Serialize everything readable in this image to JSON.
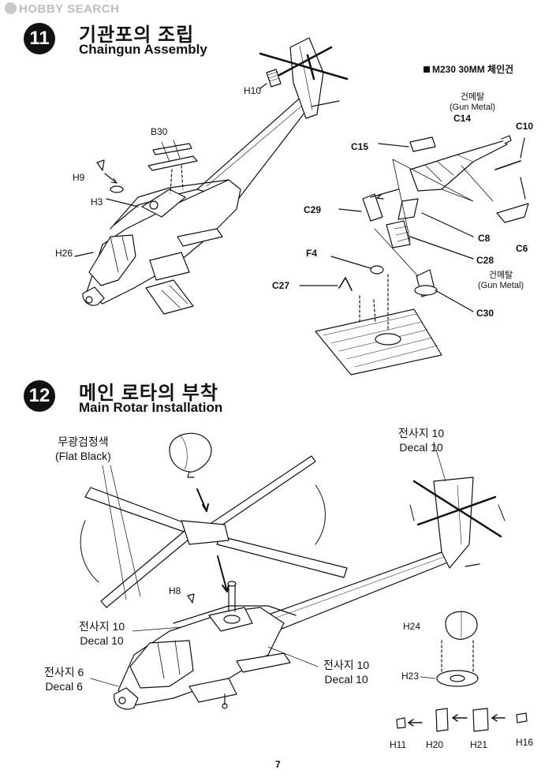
{
  "watermark": "HOBBY SEARCH",
  "page_number": "7",
  "step11": {
    "number": "11",
    "title_ko": "기관포의 조립",
    "title_en": "Chaingun Assembly",
    "weapon_label": "M230 30MM 체인건",
    "gun_metal_ko_1": "건메탈",
    "gun_metal_en_1": "(Gun Metal)",
    "gun_metal_ko_2": "건메탈",
    "gun_metal_en_2": "(Gun Metal)",
    "parts": {
      "h10": "H10",
      "b30": "B30",
      "h9": "H9",
      "h3": "H3",
      "h26": "H26",
      "c14": "C14",
      "c10": "C10",
      "c15": "C15",
      "c29": "C29",
      "c8": "C8",
      "c6": "C6",
      "c28": "C28",
      "f4": "F4",
      "c27": "C27",
      "c30": "C30"
    }
  },
  "step12": {
    "number": "12",
    "title_ko": "메인 로타의 부착",
    "title_en": "Main Rotar Installation",
    "flat_black_ko": "무광검정색",
    "flat_black_en": "(Flat Black)",
    "decal_tail_ko": "전사지 10",
    "decal_tail_en": "Decal 10",
    "decal_body_ko": "전사지 10",
    "decal_body_en": "Decal 10",
    "decal_mid_ko": "전사지 10",
    "decal_mid_en": "Decal 10",
    "decal_nose_ko": "전사지 6",
    "decal_nose_en": "Decal 6",
    "parts": {
      "h8": "H8",
      "h24": "H24",
      "h23": "H23",
      "h11": "H11",
      "h20": "H20",
      "h21": "H21",
      "h16": "H16"
    }
  }
}
